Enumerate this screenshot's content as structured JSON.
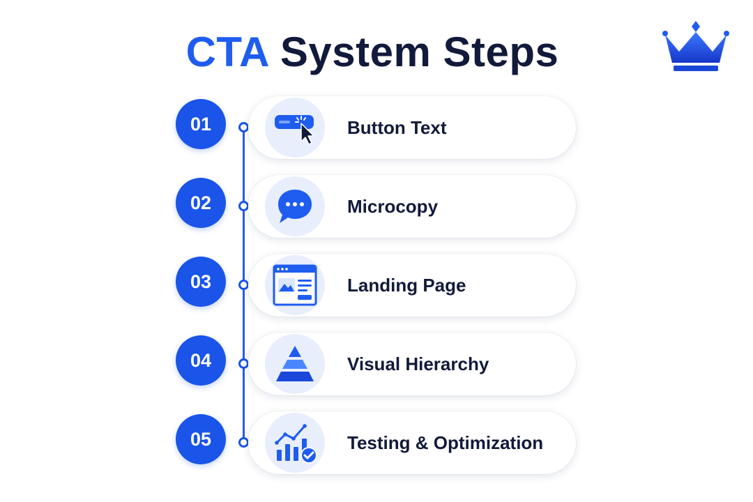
{
  "header": {
    "title_accent": "CTA",
    "title_rest": "System Steps",
    "logo_icon": "crown-icon"
  },
  "colors": {
    "accent": "#1f5cf0",
    "badge": "#1a54e8",
    "text": "#111a3a",
    "icon_bg": "#e8eefc"
  },
  "steps": [
    {
      "number": "01",
      "label": "Button Text",
      "icon": "button-cursor-icon"
    },
    {
      "number": "02",
      "label": "Microcopy",
      "icon": "chat-bubble-icon"
    },
    {
      "number": "03",
      "label": "Landing Page",
      "icon": "landing-page-icon"
    },
    {
      "number": "04",
      "label": "Visual Hierarchy",
      "icon": "pyramid-icon"
    },
    {
      "number": "05",
      "label": "Testing & Optimization",
      "icon": "chart-check-icon"
    }
  ]
}
